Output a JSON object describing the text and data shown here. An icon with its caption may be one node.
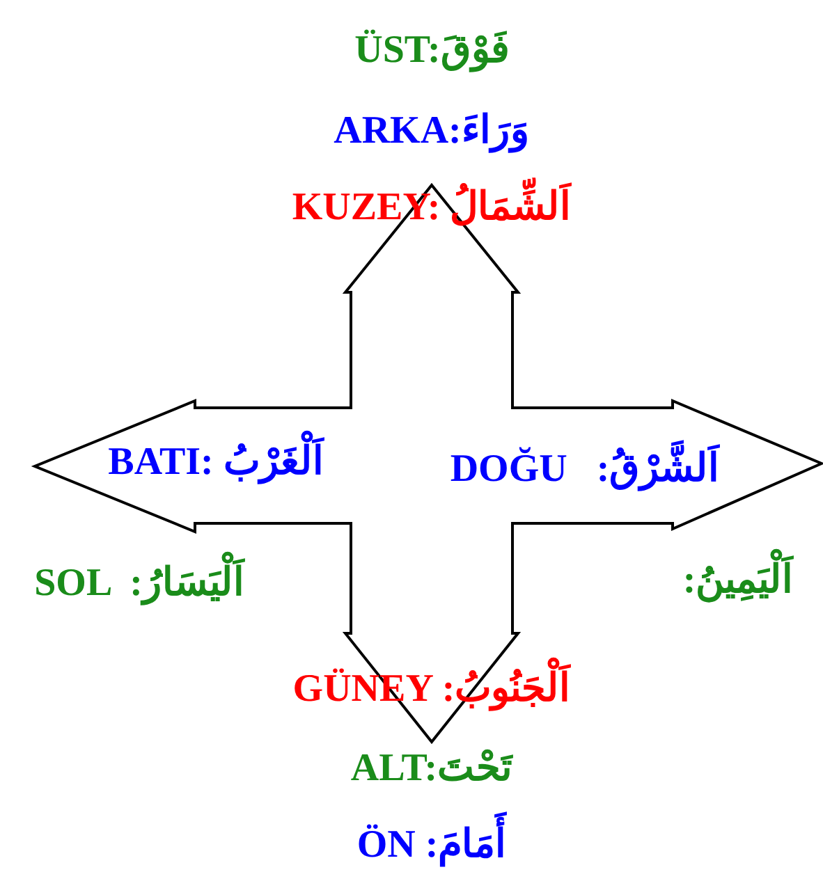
{
  "diagram": {
    "labels": [
      "ÜST:فَوْقَ",
      "ARKA:وَرَاءَ",
      "KUZEY: اَلشِّمَالُ",
      "BATI: اَلْغَرْبُ",
      "DOĞU   :اَلشَّرْقُ",
      "SOL  :اَلْيَسَارُ",
      "اَلْيَمِينُ:",
      "GÜNEY :اَلْجَنُوبُ",
      "ALT:تَحْتَ",
      "ÖN :أَمَامَ"
    ]
  }
}
